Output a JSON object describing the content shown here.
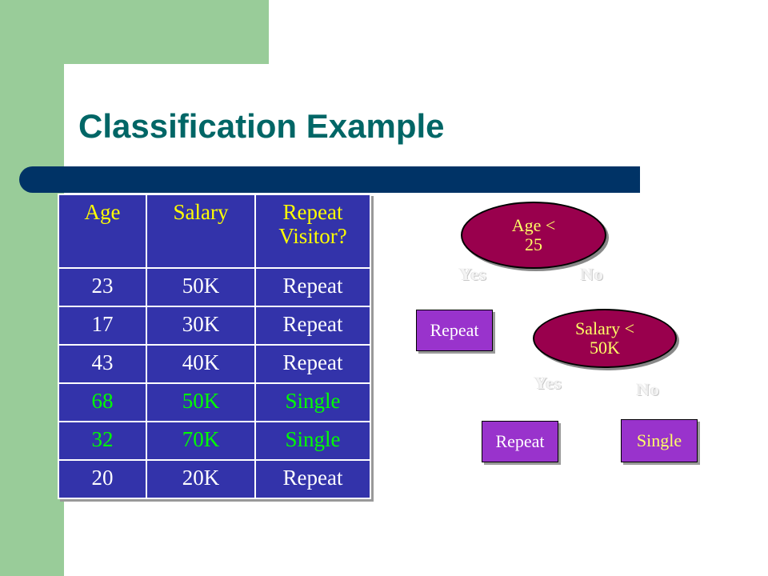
{
  "slide": {
    "title": "Classification Example",
    "colors": {
      "title": "#006666",
      "side_band": "#99cc99",
      "title_bar": "#003366",
      "table_bg": "#3333aa",
      "table_header_text": "#ffff00",
      "table_text": "#ffffff",
      "table_single_text": "#00ff00",
      "oval_fill": "#99004d",
      "oval_text": "#ffff66",
      "leaf_fill": "#9933cc"
    }
  },
  "table": {
    "headers": [
      "Age",
      "Salary",
      "Repeat Visitor?"
    ],
    "rows": [
      {
        "age": "23",
        "salary": "50K",
        "visitor": "Repeat"
      },
      {
        "age": "17",
        "salary": "30K",
        "visitor": "Repeat"
      },
      {
        "age": "43",
        "salary": "40K",
        "visitor": "Repeat"
      },
      {
        "age": "68",
        "salary": "50K",
        "visitor": "Single"
      },
      {
        "age": "32",
        "salary": "70K",
        "visitor": "Single"
      },
      {
        "age": "20",
        "salary": "20K",
        "visitor": "Repeat"
      }
    ]
  },
  "tree": {
    "root": {
      "line1": "Age <",
      "line2": "25"
    },
    "root_yes": "Yes",
    "root_no": "No",
    "leaf_left": "Repeat",
    "salary_node": {
      "line1": "Salary <",
      "line2": "50K"
    },
    "salary_yes": "Yes",
    "salary_no": "No",
    "leaf_salary_yes": "Repeat",
    "leaf_salary_no": "Single"
  }
}
